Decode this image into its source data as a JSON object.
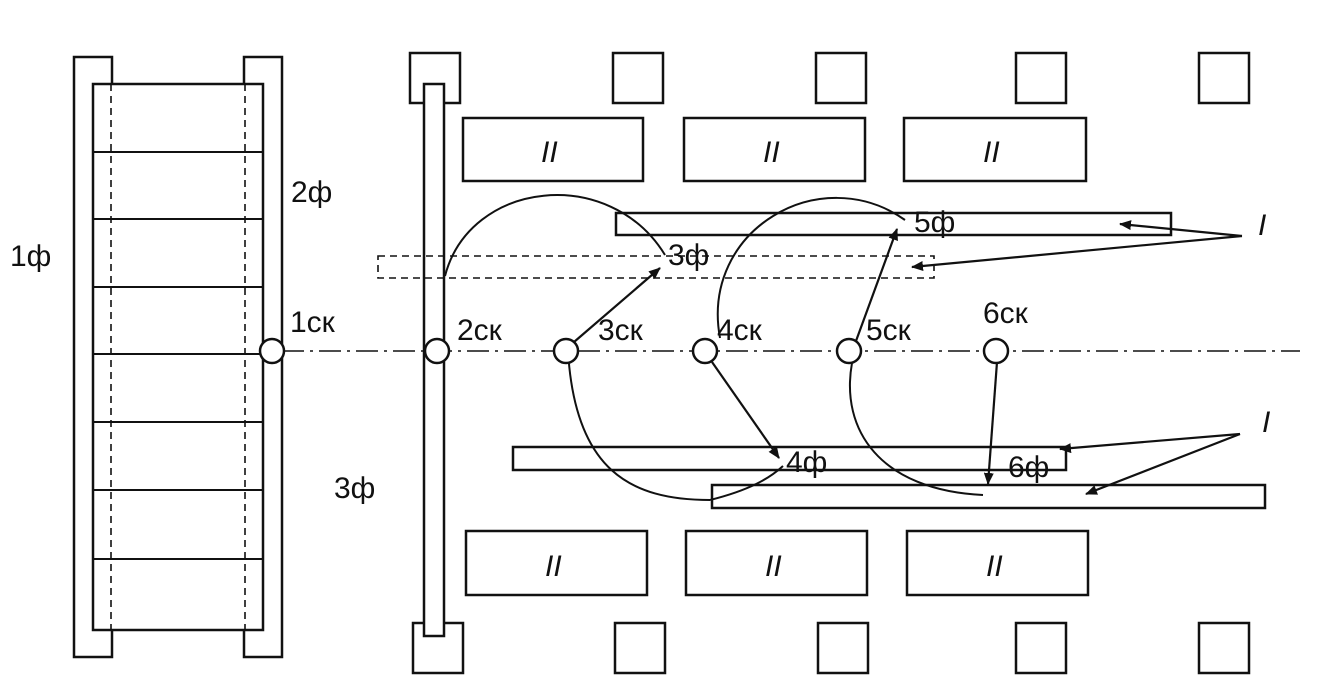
{
  "labels": {
    "frame_1": "1ф",
    "frame_2_left": "2ф",
    "frame_3_left": "3ф",
    "frame_3": "3ф",
    "frame_4": "4ф",
    "frame_5": "5ф",
    "frame_6": "6ф",
    "crane_1": "1ск",
    "crane_2": "2ск",
    "crane_3": "3ск",
    "crane_4": "4ск",
    "crane_5": "5ск",
    "crane_6": "6ск",
    "source_top": "I",
    "source_bottom": "I",
    "block_label": "II"
  }
}
